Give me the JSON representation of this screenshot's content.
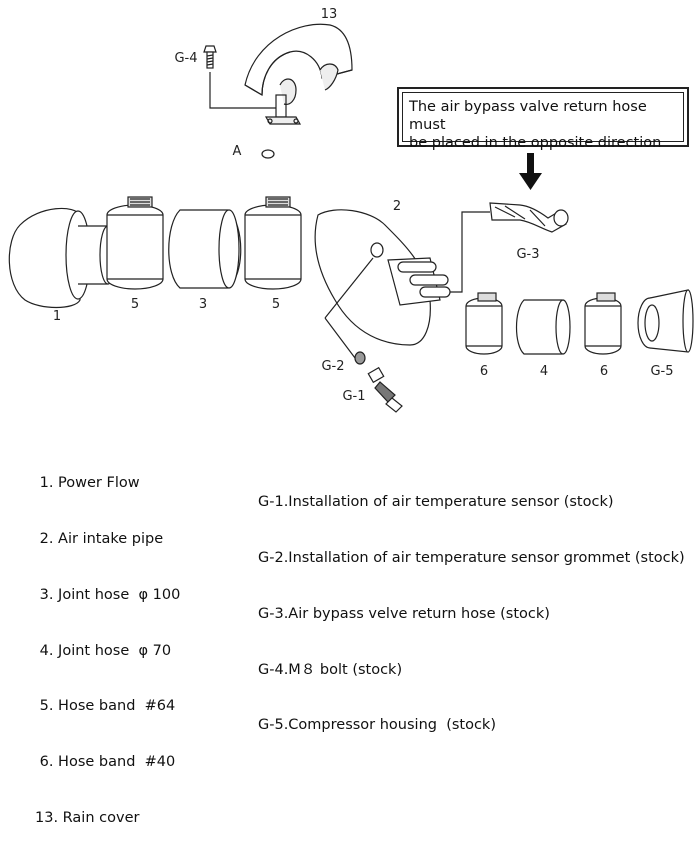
{
  "note": {
    "line1": "The air bypass valve return hose must",
    "line2": "be placed in the opposite direction"
  },
  "callouts": {
    "n1": "1",
    "n2": "2",
    "n3": "3",
    "n4": "4",
    "n5a": "5",
    "n5b": "5",
    "n6a": "6",
    "n6b": "6",
    "n13": "13",
    "A": "A",
    "g1": "G-1",
    "g2": "G-2",
    "g3": "G-3",
    "g4": "G-4",
    "g5": "G-5"
  },
  "parts_left": [
    " 1. Power Flow",
    " 2. Air intake pipe",
    " 3. Joint hose  φ 100",
    " 4. Joint hose  φ 70",
    " 5. Hose band  #64",
    " 6. Hose band  #40",
    "13. Rain cover"
  ],
  "parts_right": [
    "G-1.Installation of air temperature sensor (stock)",
    "G-2.Installation of air temperature sensor grommet (stock)",
    "G-3.Air bypass velve return hose (stock)",
    "G-4.M８ bolt (stock)",
    "G-5.Compressor housing  (stock)"
  ]
}
